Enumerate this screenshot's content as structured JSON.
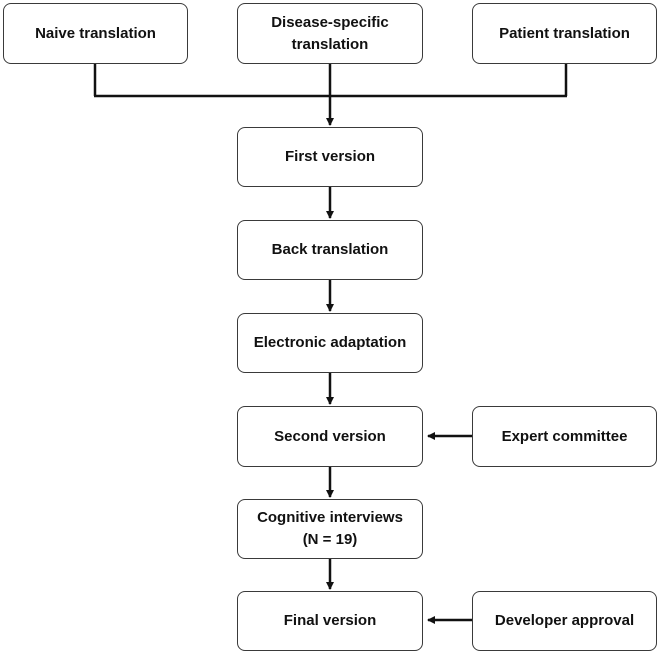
{
  "nodes": {
    "naive_translation": "Naive translation",
    "disease_specific_translation": "Disease-specific\ntranslation",
    "patient_translation": "Patient translation",
    "first_version": "First version",
    "back_translation": "Back translation",
    "electronic_adaptation": "Electronic adaptation",
    "second_version": "Second version",
    "expert_committee": "Expert committee",
    "cognitive_interviews": "Cognitive interviews\n(N = 19)",
    "final_version": "Final version",
    "developer_approval": "Developer approval"
  },
  "colors": {
    "line": "#111111",
    "border": "#3a3a3a",
    "text": "#111111"
  }
}
